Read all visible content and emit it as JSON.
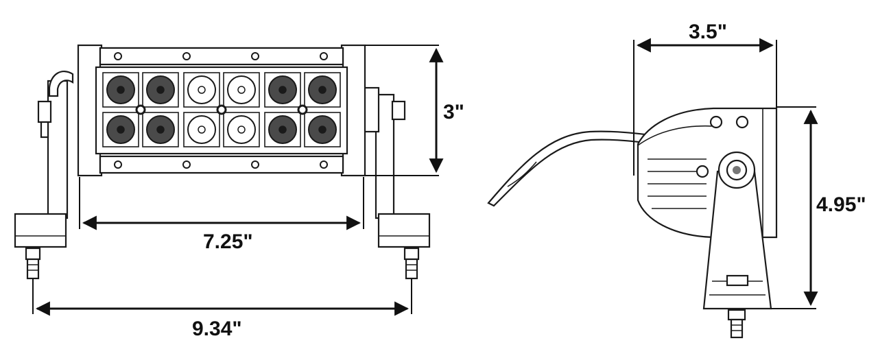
{
  "drawing": {
    "front_view": {
      "height_label": "3\"",
      "inner_width_label": "7.25\"",
      "mount_width_label": "9.34\""
    },
    "side_view": {
      "depth_label": "3.5\"",
      "total_height_label": "4.95\""
    }
  },
  "colors": {
    "line": "#1a1a1a",
    "led_dark": "#4a4a4a",
    "led_light": "#ffffff",
    "background": "#ffffff"
  },
  "led_pattern": [
    "dark",
    "dark",
    "light",
    "light",
    "dark",
    "dark"
  ]
}
